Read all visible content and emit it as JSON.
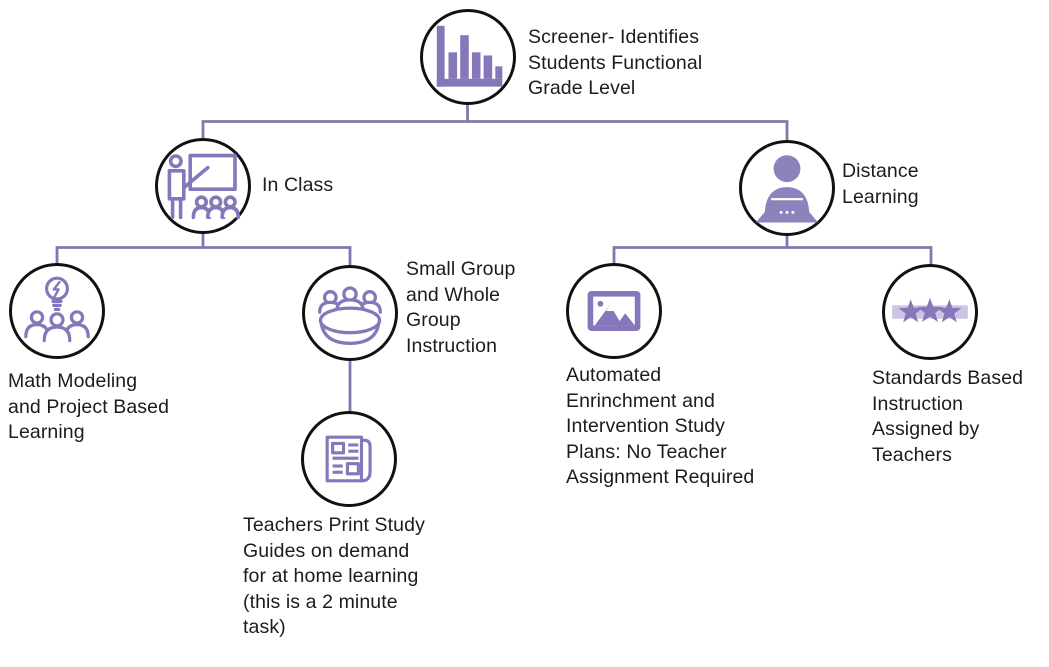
{
  "diagram": {
    "type": "tree",
    "colors": {
      "icon_purple": "#8577b9",
      "icon_fill_purple": "#8d82bc",
      "star_band": "#cdc4e4",
      "connector": "#8577ad",
      "circle_outline": "#111111",
      "text": "#1c1c1c",
      "background": "#ffffff"
    },
    "nodes": {
      "screener": {
        "label": "Screener- Identifies\nStudents Functional\nGrade Level",
        "icon": "bar-chart-icon"
      },
      "in_class": {
        "label": "In Class",
        "icon": "teacher-whiteboard-icon"
      },
      "distance_learning": {
        "label": "Distance\nLearning",
        "icon": "person-laptop-icon"
      },
      "math_modeling": {
        "label": "Math Modeling\nand Project Based\nLearning",
        "icon": "idea-team-icon"
      },
      "small_group": {
        "label": "Small Group\nand Whole\nGroup\nInstruction",
        "icon": "group-table-icon"
      },
      "teachers_print": {
        "label": "Teachers Print Study\nGuides on demand\nfor at home learning\n(this is a 2 minute\ntask)",
        "icon": "newspaper-icon"
      },
      "automated_plans": {
        "label": "Automated\nEnrinchment and\nIntervention Study\nPlans: No Teacher\nAssignment Required",
        "icon": "picture-icon"
      },
      "standards_instruction": {
        "label": "Standards Based\nInstruction\nAssigned by\nTeachers",
        "icon": "three-stars-icon"
      }
    },
    "edges": [
      {
        "from": "screener",
        "to": "in_class"
      },
      {
        "from": "screener",
        "to": "distance_learning"
      },
      {
        "from": "in_class",
        "to": "math_modeling"
      },
      {
        "from": "in_class",
        "to": "small_group"
      },
      {
        "from": "small_group",
        "to": "teachers_print"
      },
      {
        "from": "distance_learning",
        "to": "automated_plans"
      },
      {
        "from": "distance_learning",
        "to": "standards_instruction"
      }
    ]
  }
}
